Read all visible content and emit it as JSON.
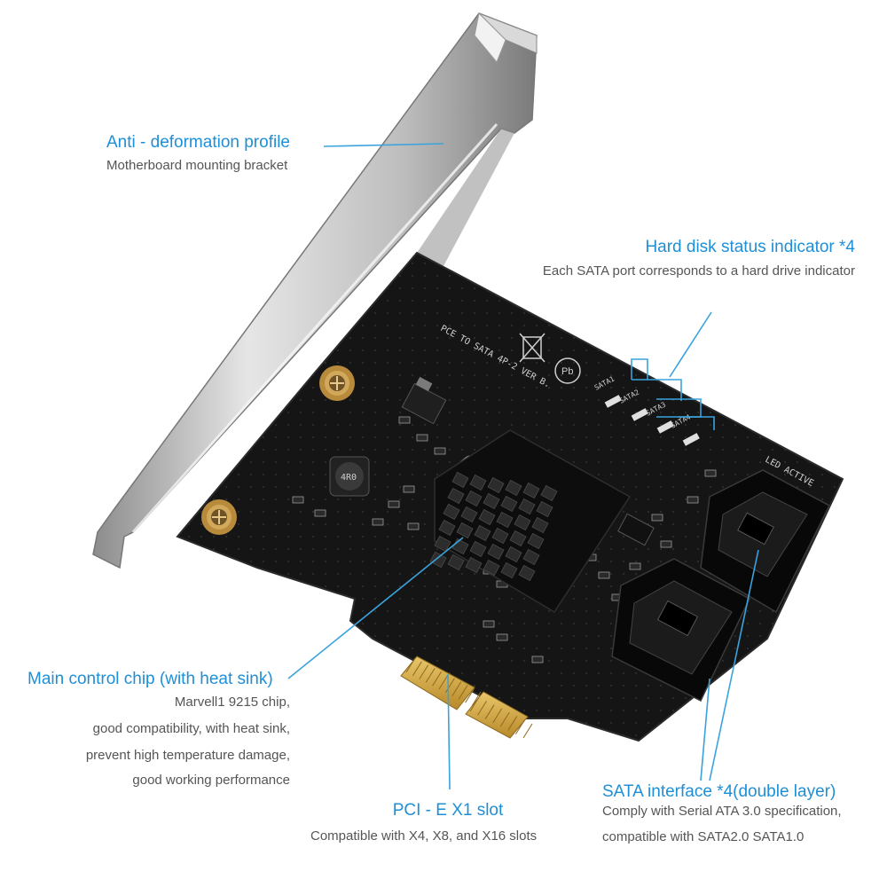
{
  "colors": {
    "accent": "#1e8fd6",
    "text": "#555555",
    "pcb": "#151515",
    "bracket": "#b8b8b8"
  },
  "callouts": {
    "bracket": {
      "title": "Anti - deformation profile",
      "desc": "Motherboard mounting bracket"
    },
    "indicator": {
      "title": "Hard disk status indicator *4",
      "desc": "Each SATA port corresponds to a hard drive indicator"
    },
    "chip": {
      "title": "Main control chip (with heat sink)",
      "lines": [
        "Marvell1 9215 chip,",
        "good compatibility, with heat sink,",
        "prevent high temperature damage,",
        "good working performance"
      ]
    },
    "slot": {
      "title": "PCI - E X1 slot",
      "desc": "Compatible with X4, X8, and X16 slots"
    },
    "sata": {
      "title": "SATA interface *4(double layer)",
      "lines": [
        "Comply with Serial ATA 3.0 specification,",
        "compatible with SATA2.0 SATA1.0"
      ]
    }
  },
  "board": {
    "model_text": "PCE TO SATA 4P-2 VER B.",
    "led_labels": [
      "SATA1",
      "SATA2",
      "SATA3",
      "SATA4"
    ],
    "led_header": "LED ACTIVE",
    "inductor_mark": "4R0"
  }
}
